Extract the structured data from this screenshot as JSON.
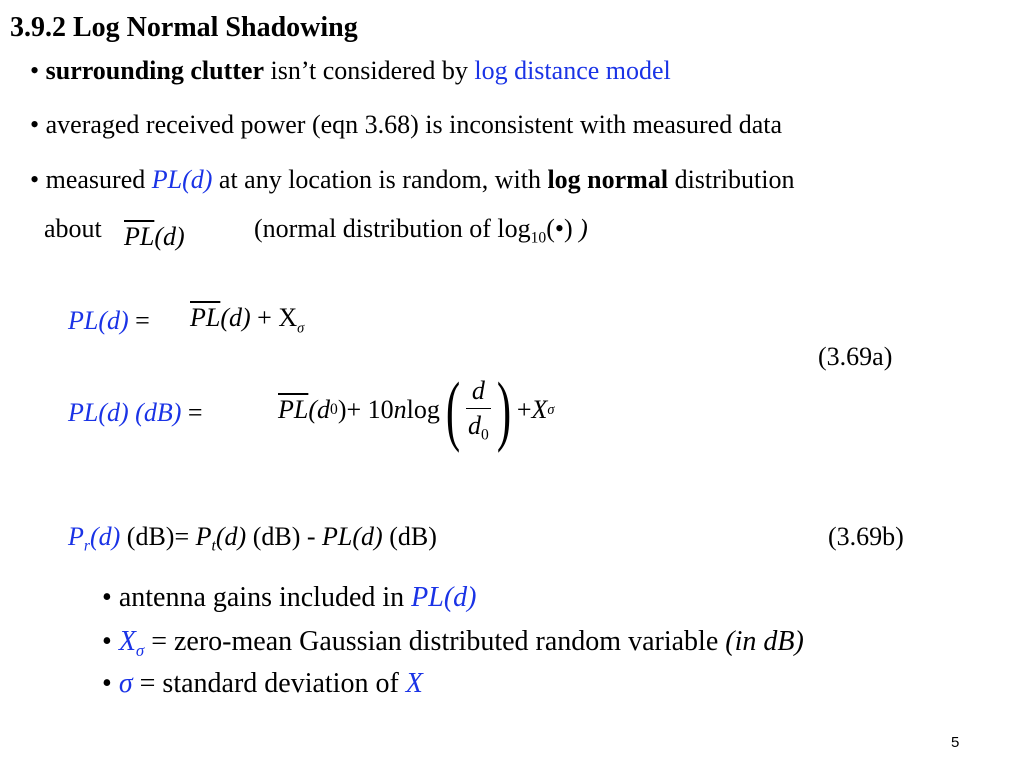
{
  "slide": {
    "title": "3.9.2 Log Normal Shadowing",
    "page_number": "5",
    "colors": {
      "accent_blue": "#1a33e6",
      "text": "#000000",
      "background": "#ffffff"
    }
  },
  "bullets": {
    "b1": {
      "dot": "•",
      "bold": "surrounding clutter",
      "text": " isn’t considered by ",
      "link": "log distance model"
    },
    "b2": {
      "dot": "•",
      "text": "averaged received power (eqn 3.68) is inconsistent with measured data"
    },
    "b3": {
      "dot": "•",
      "pre": "measured ",
      "pl": "PL(d)",
      "mid": " at any location is random, with ",
      "bold": "log normal",
      "post": " distribution"
    },
    "b3_about": "about",
    "b3_pl_bar": "PL",
    "b3_pl_arg": "(d)",
    "b3_paren_pre": "(normal distribution of log",
    "b3_paren_sub": "10",
    "b3_paren_post": "(•) ",
    "b3_paren_close": ")"
  },
  "eq_a1": {
    "lhs": "PL(d)",
    "equals": " =",
    "rhs_bar": "PL",
    "rhs_arg": "(d)",
    "plus": " + X",
    "sigma": "σ"
  },
  "eq_a_label": "(3.69a)",
  "eq_a2": {
    "lhs": "PL(d) (dB)",
    "equals": " =",
    "rhs_bar": "PL",
    "rhs_arg_open": "(d",
    "rhs_arg_sub": "0",
    "rhs_arg_close": ")",
    "plus_10": " + 10",
    "n": "n",
    "log": "log",
    "paren_open": "(",
    "frac_num": "d",
    "frac_den": "d",
    "frac_den_sub": "0",
    "paren_close": ")",
    "plus_x": " + ",
    "x": "X",
    "sigma": "σ"
  },
  "eq_b": {
    "p": "P",
    "p_sub": "r",
    "p_arg": "(d)",
    "db1": " (dB)= ",
    "pt": "P",
    "pt_sub": "t",
    "pt_arg": "(d)",
    "db2": " (dB) - ",
    "pl": "PL(d)",
    "db3": " (dB)",
    "label": "(3.69b)"
  },
  "notes": {
    "n1": {
      "dot": "•",
      "text": " antenna gains included in ",
      "pl": "PL(d)"
    },
    "n2": {
      "dot": "•",
      "x": "X",
      "sigma": "σ",
      "text": " = zero-mean Gaussian distributed random variable ",
      "tail": "(in dB)"
    },
    "n3": {
      "dot": "•",
      "sigma": "σ",
      "text": " =  standard deviation of ",
      "x": "X"
    }
  }
}
